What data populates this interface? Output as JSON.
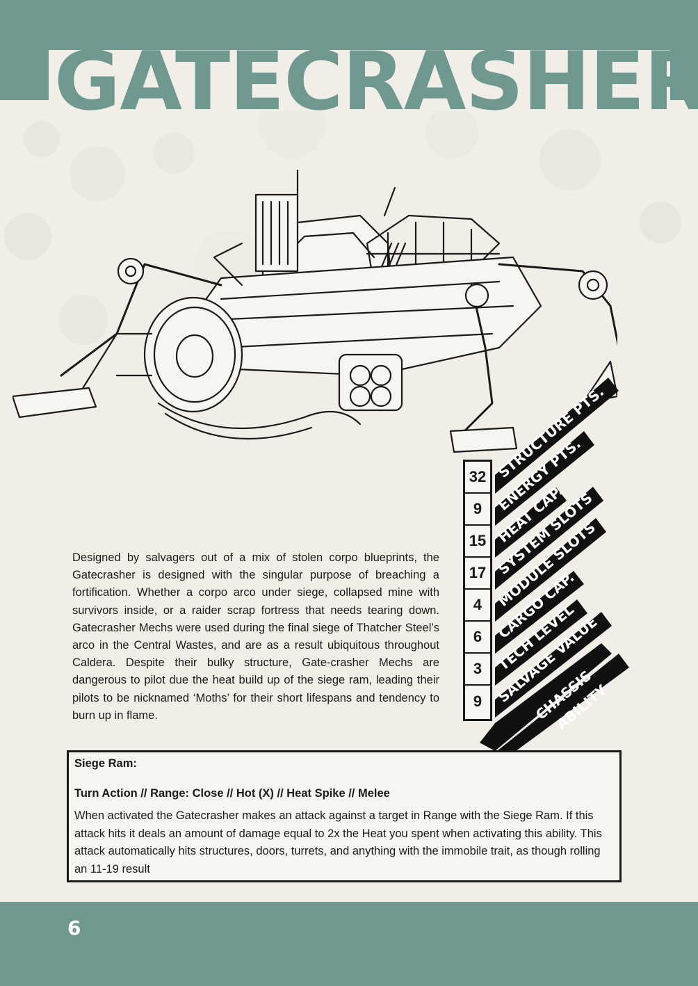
{
  "title": "GATECRASHER",
  "description": "Designed by salvagers out of a mix of stolen corpo blueprints, the Gatecrasher is designed with the singular purpose of breaching a fortification. Whether a corpo arco under siege, collapsed mine with survivors inside, or a raider scrap fortress that needs tearing down.  Gatecrasher Mechs were used during the final siege of Thatcher Steel’s arco in the Central Wastes, and are as a result ubiquitous throughout Caldera. Despite their bulky structure, Gate-crasher Mechs are dangerous to pilot due the heat build up of the siege ram, leading their pilots to be nicknamed ‘Moths’ for their short lifespans and tendency to burn up in flame.",
  "stats": [
    {
      "label": "STRUCTURE PTS.",
      "value": "32"
    },
    {
      "label": "ENERGY PTS.",
      "value": "9"
    },
    {
      "label": "HEAT CAP.",
      "value": "15"
    },
    {
      "label": "SYSTEM SLOTS",
      "value": "17"
    },
    {
      "label": "MODULE SLOTS",
      "value": "4"
    },
    {
      "label": "CARGO CAP.",
      "value": "6"
    },
    {
      "label": "TECH LEVEL",
      "value": "3"
    },
    {
      "label": "SALVAGE VALUE",
      "value": "9"
    }
  ],
  "chassis_ability_label": [
    "CHASSIS",
    "ABILITY"
  ],
  "ability": {
    "name": "Siege Ram:",
    "tags": "Turn Action // Range: Close // Hot (X) // Heat Spike // Melee",
    "text": "When activated the Gatecrasher makes an attack against a target in Range with the Siege Ram. If this attack hits it deals an amount of damage equal to 2x the Heat you spent when activating this ability. This attack automatically hits structures, doors, turrets, and anything with the immobile trait, as though rolling an 11-19 result"
  },
  "page_number": "6",
  "colors": {
    "accent": "#6f9990",
    "paper": "#f1eee8",
    "ink": "#1a1a1a"
  }
}
